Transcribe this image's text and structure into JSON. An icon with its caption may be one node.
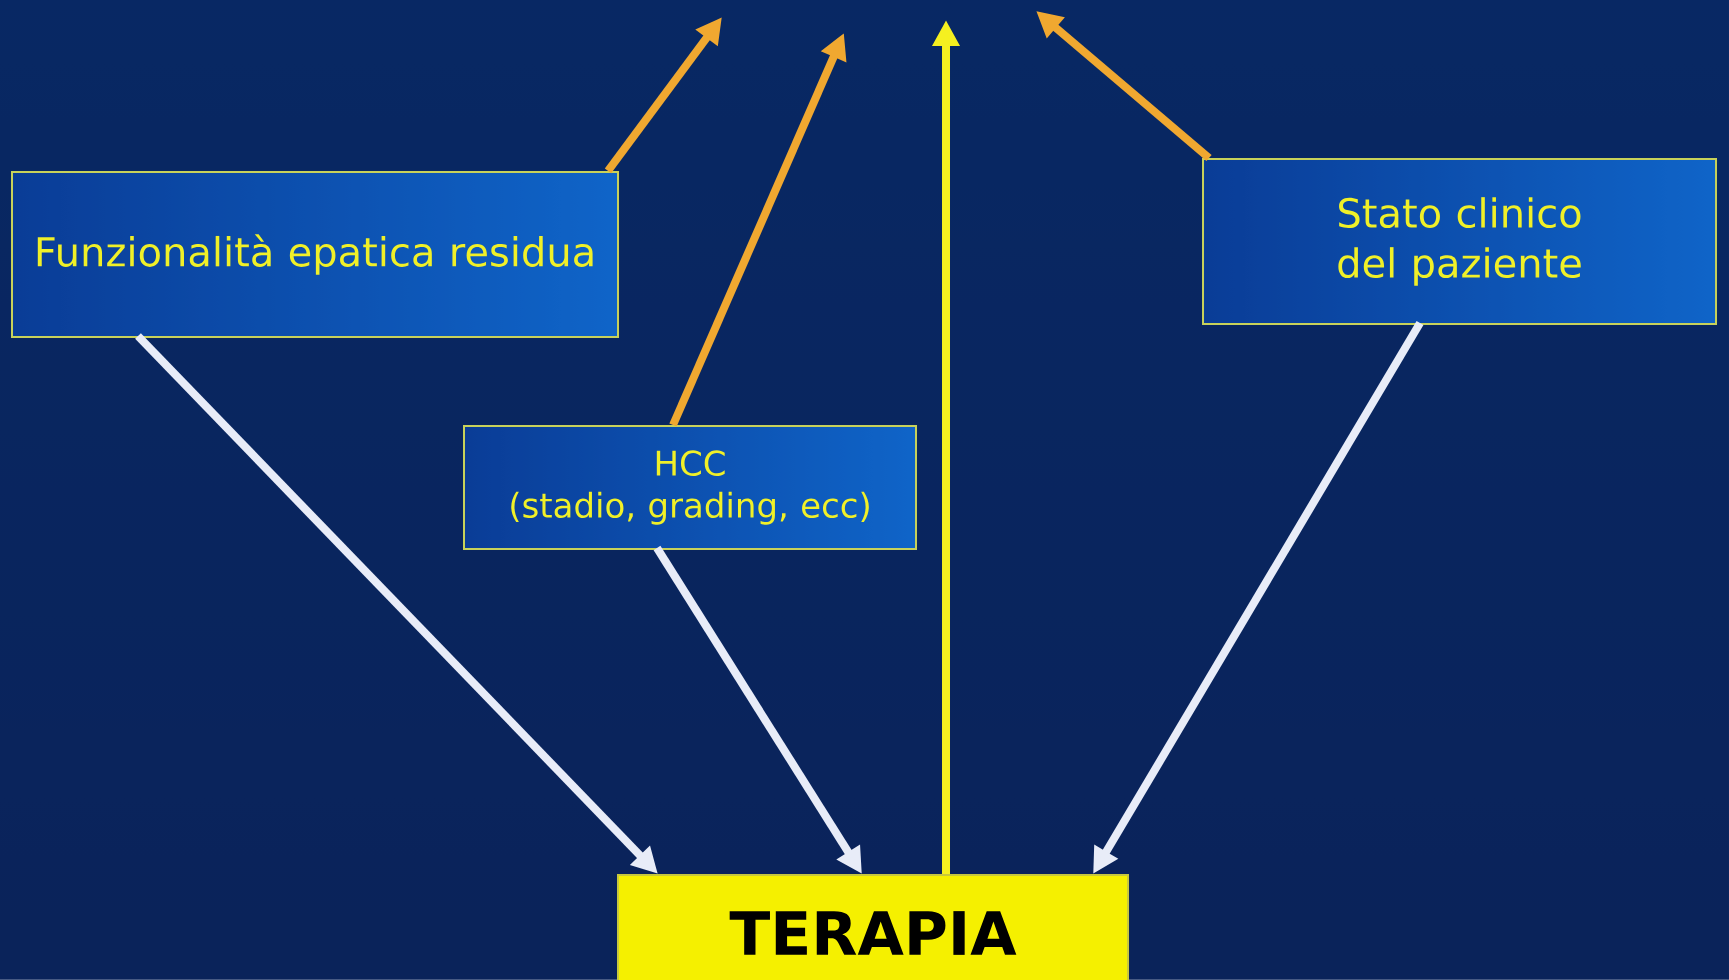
{
  "diagram": {
    "nodes": [
      {
        "text": [
          "Funzionalità epatica residua"
        ]
      },
      {
        "text": [
          "HCC",
          "(stadio, grading, ecc)"
        ]
      },
      {
        "text": [
          "Stato clinico del paziente"
        ]
      },
      {
        "text": [
          "TERAPIA"
        ]
      }
    ],
    "edges": [
      {
        "from": 0,
        "to": null,
        "arrow": "to",
        "color": "#f0a830"
      },
      {
        "from": 1,
        "to": null,
        "arrow": "to",
        "color": "#f0a830"
      },
      {
        "from": 3,
        "to": null,
        "arrow": "to",
        "color": "#f5f020"
      },
      {
        "from": 2,
        "to": null,
        "arrow": "to",
        "color": "#f0a830"
      },
      {
        "from": 0,
        "to": 3,
        "arrow": "to",
        "color": "#e8ecf8"
      },
      {
        "from": 1,
        "to": 3,
        "arrow": "to",
        "color": "#e8ecf8"
      },
      {
        "from": 2,
        "to": 3,
        "arrow": "to",
        "color": "#e8ecf8"
      }
    ]
  }
}
